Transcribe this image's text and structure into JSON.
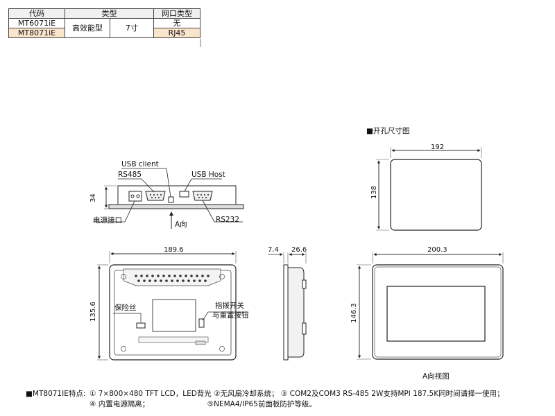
{
  "spec_table": {
    "headers": [
      "代码",
      "类型",
      "网口类型"
    ],
    "rows": [
      {
        "code": "MT6071iE",
        "network": "无"
      },
      {
        "code": "MT8071iE",
        "network": "RJ45"
      }
    ],
    "type_merged": "高效能型",
    "size_merged": "7寸"
  },
  "side_view": {
    "usb_client": "USB client",
    "rs485": "RS485",
    "usb_host": "USB Host",
    "height_dim": "34",
    "power_port": "电源接口",
    "a_direction": "A向",
    "rs232": "RS232"
  },
  "back_view": {
    "width_dim": "189.6",
    "height_dim": "135.6",
    "fuse": "保险丝",
    "dip_switch_line1": "指拨开关",
    "dip_switch_line2": "与重置按钮"
  },
  "profile_view": {
    "dim_bezel": "7.4",
    "dim_depth": "26.6"
  },
  "front_view": {
    "width_dim": "200.3",
    "height_dim": "146.3",
    "caption": "A向视图"
  },
  "cutout": {
    "title": "■开孔尺寸图",
    "width_dim": "192",
    "height_dim": "138"
  },
  "features": {
    "label": "■MT8071IE特点:",
    "line1": "① 7×800×480 TFT LCD，LED背光   ②无风扇冷却系统；  ③ COM2及COM3 RS-485 2W支持MPI 187.5K同时间请择一使用；",
    "line2": "④ 内置电源隔离；                         ⑤NEMA4/IP65前面板防护等级。"
  }
}
